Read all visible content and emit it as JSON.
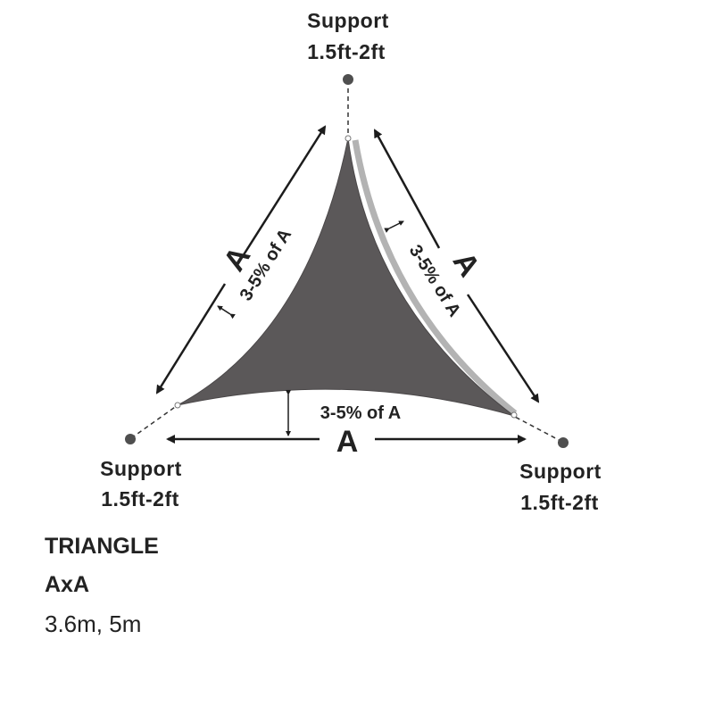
{
  "supports": {
    "top": {
      "title": "Support",
      "range": "1.5ft-2ft"
    },
    "left": {
      "title": "Support",
      "range": "1.5ft-2ft"
    },
    "right": {
      "title": "Support",
      "range": "1.5ft-2ft"
    }
  },
  "sides": {
    "left": {
      "letter": "A",
      "sag": "3-5% of A"
    },
    "right": {
      "letter": "A",
      "sag": "3-5% of A"
    },
    "bottom": {
      "letter": "A",
      "sag": "3-5% of A"
    }
  },
  "caption": {
    "shape": "TRIANGLE",
    "dims": "AxA",
    "sizes": "3.6m, 5m"
  },
  "colors": {
    "sail": "#5b5859",
    "edge_highlight": "#b3b3b3",
    "line": "#1c1c1c",
    "post": "#4f4f4f"
  }
}
